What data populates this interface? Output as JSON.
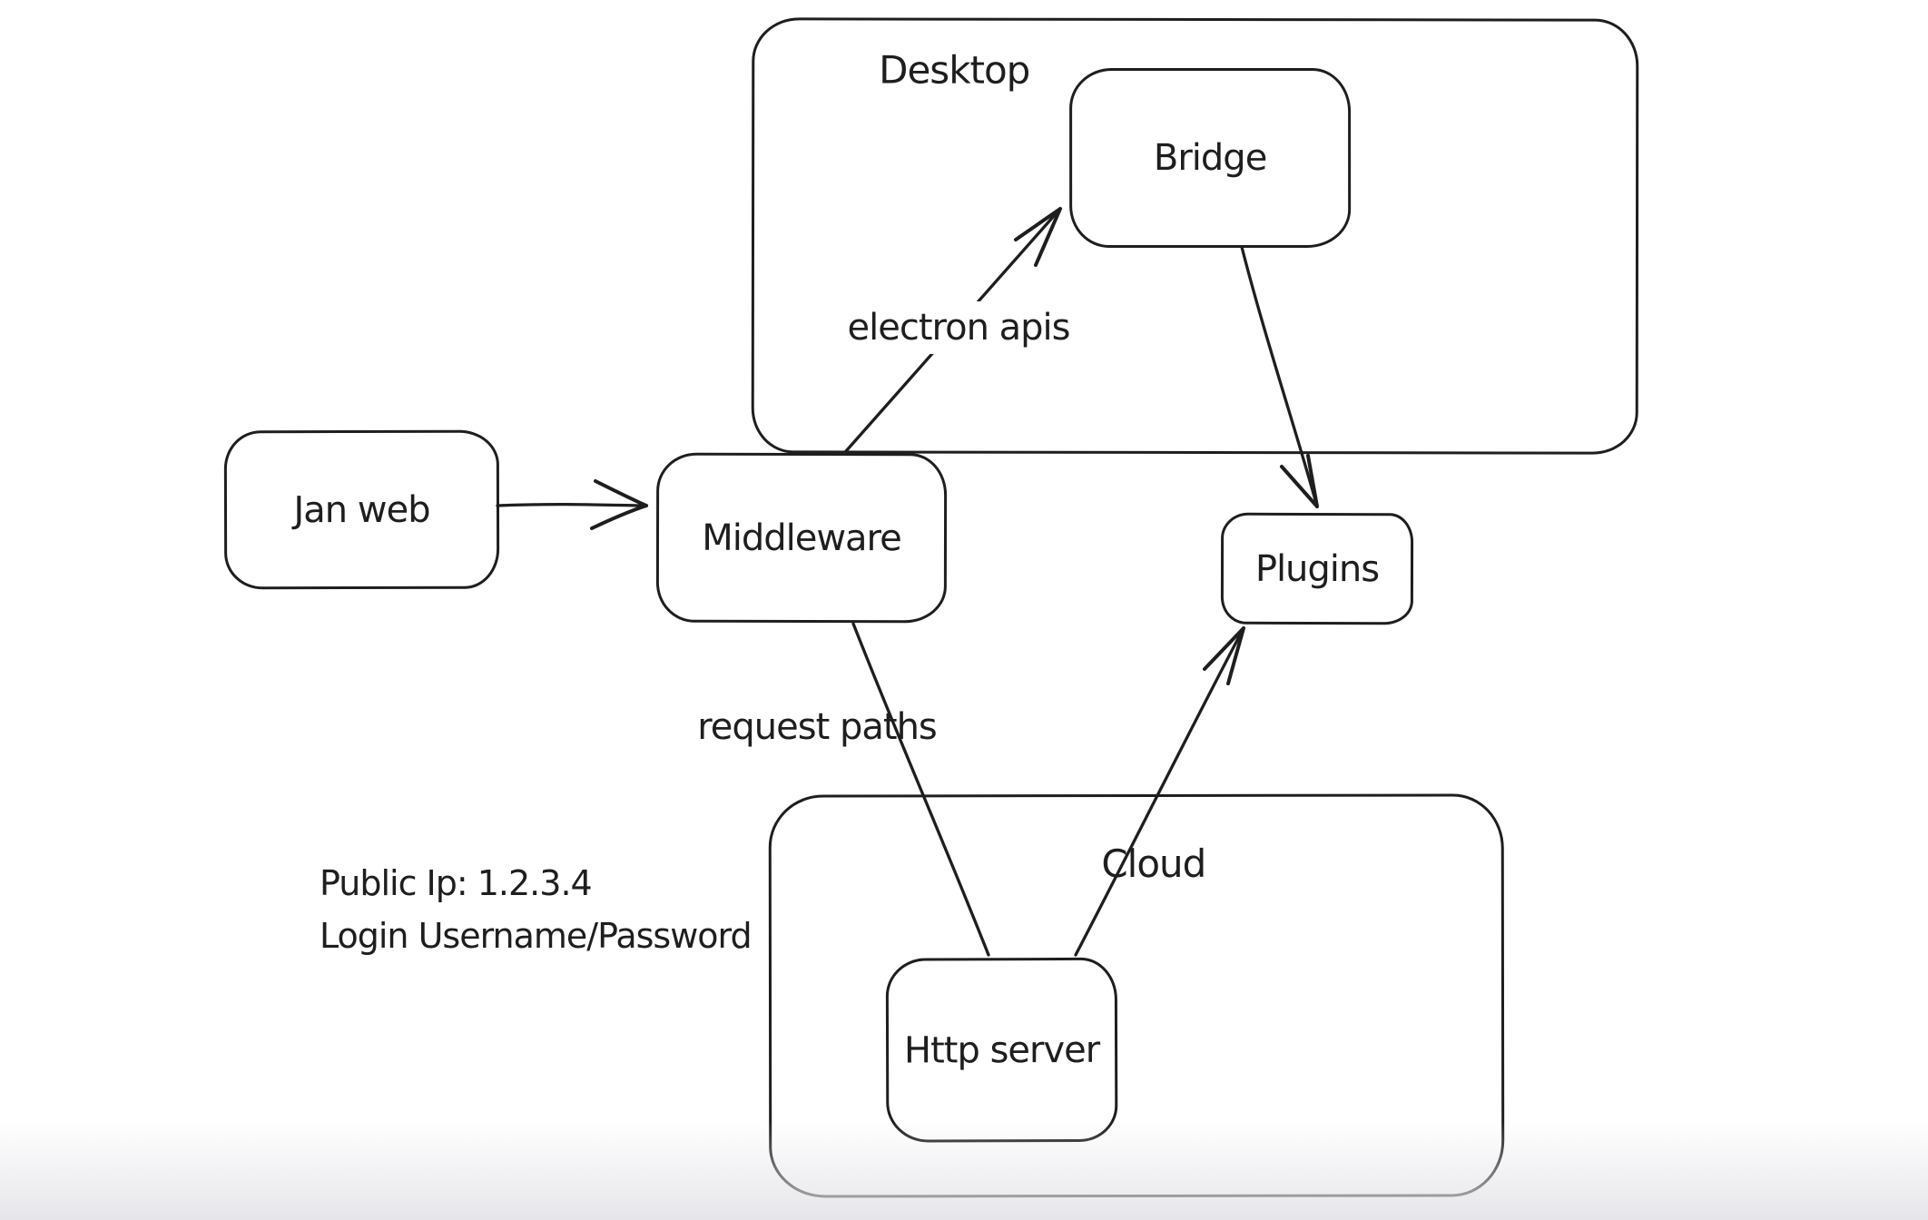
{
  "colors": {
    "stroke": "#1e1e1e",
    "background": "#ffffff",
    "bottom_fade": "#ebebed"
  },
  "containers": {
    "desktop": {
      "label": "Desktop"
    },
    "cloud": {
      "label": "Cloud"
    }
  },
  "nodes": {
    "jan_web": {
      "label": "Jan web"
    },
    "middleware": {
      "label": "Middleware"
    },
    "bridge": {
      "label": "Bridge"
    },
    "plugins": {
      "label": "Plugins"
    },
    "http_server": {
      "label": "Http server"
    }
  },
  "edges": [
    {
      "from": "Jan web",
      "to": "Middleware",
      "label": "",
      "arrowhead": "open"
    },
    {
      "from": "Middleware",
      "to": "Bridge",
      "label": "electron apis",
      "arrowhead": "open"
    },
    {
      "from": "Bridge",
      "to": "Plugins",
      "label": "",
      "arrowhead": "open"
    },
    {
      "from": "Middleware",
      "to": "Http server",
      "label": "request paths",
      "arrowhead": "none"
    },
    {
      "from": "Http server",
      "to": "Plugins",
      "label": "",
      "arrowhead": "open"
    }
  ],
  "notes": {
    "public_ip": "Public Ip: 1.2.3.4",
    "login": "Login Username/Password"
  }
}
